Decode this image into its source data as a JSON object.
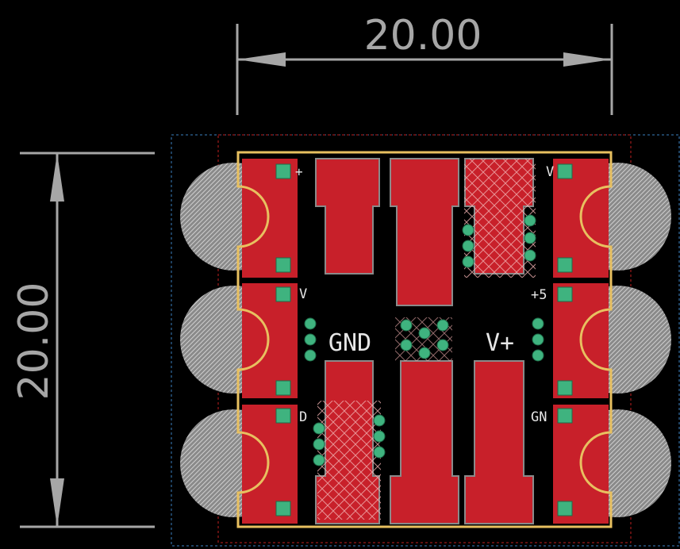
{
  "dimensions": {
    "width_label": "20.00",
    "height_label": "20.00"
  },
  "silkscreen": {
    "left_top": "+",
    "left_mid": "V",
    "left_bottom": "D",
    "right_top": "V",
    "right_mid": "+5",
    "right_bottom": "GN",
    "center_left": "GND",
    "center_right": "V+"
  },
  "colors": {
    "background": "#000000",
    "copper": "#c8202a",
    "outline": "#e8c060",
    "dimension": "#a6a6a6",
    "via": "#3fb37f",
    "hatch": "#c8c8c8"
  }
}
